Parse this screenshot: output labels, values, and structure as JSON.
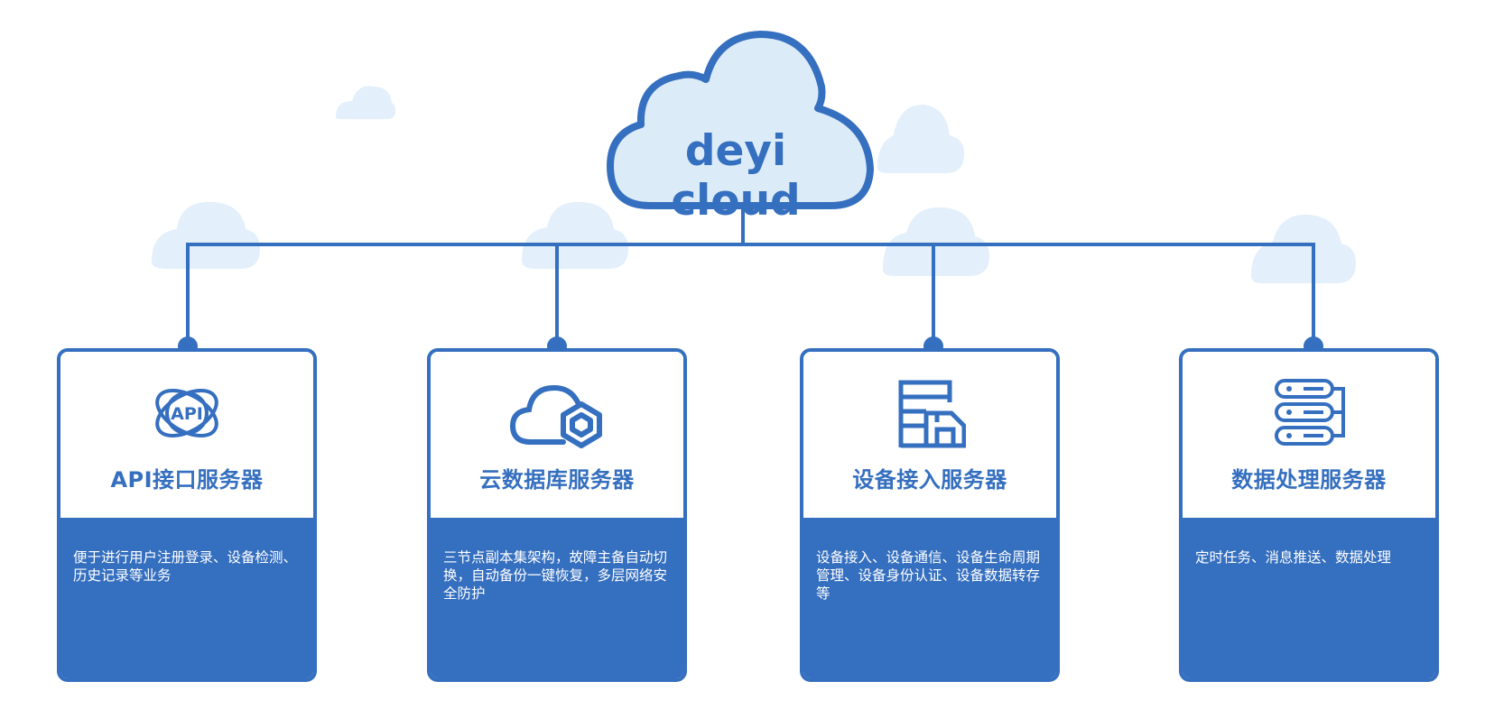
{
  "colors": {
    "accent": "#356fbf",
    "cloud_fill": "#dcebf8",
    "cloud_bg": "#e3effa"
  },
  "brand": {
    "name": "deyi cloud"
  },
  "services": [
    {
      "icon": "api-icon",
      "title": "API接口服务器",
      "description": "便于进行用户注册登录、设备检测、历史记录等业务"
    },
    {
      "icon": "cloud-database-icon",
      "title": "云数据库服务器",
      "description": "三节点副本集架构，故障主备自动切换，自动备份一键恢复，多层网络安全防护"
    },
    {
      "icon": "device-storage-icon",
      "title": "设备接入服务器",
      "description": "设备接入、设备通信、设备生命周期管理、设备身份认证、设备数据转存等"
    },
    {
      "icon": "server-stack-icon",
      "title": "数据处理服务器",
      "description": "定时任务、消息推送、数据处理"
    }
  ]
}
